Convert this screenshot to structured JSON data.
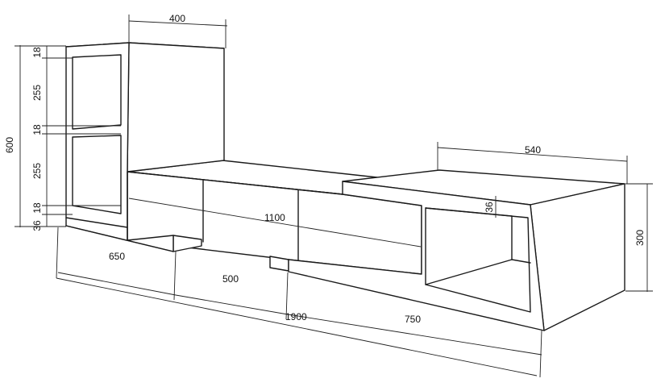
{
  "dimensions": {
    "top_width": "400",
    "total_height": "600",
    "shelf_18_top": "18",
    "space_255_upper": "255",
    "shelf_18_middle": "18",
    "space_255_lower": "255",
    "shelf_18_bottom": "18",
    "base_36_left": "36",
    "right_top_width": "540",
    "base_36_right": "36",
    "right_height": "300",
    "drawer_length": "1100",
    "segment_650": "650",
    "segment_500": "500",
    "segment_750": "750",
    "overall_length": "1900"
  }
}
